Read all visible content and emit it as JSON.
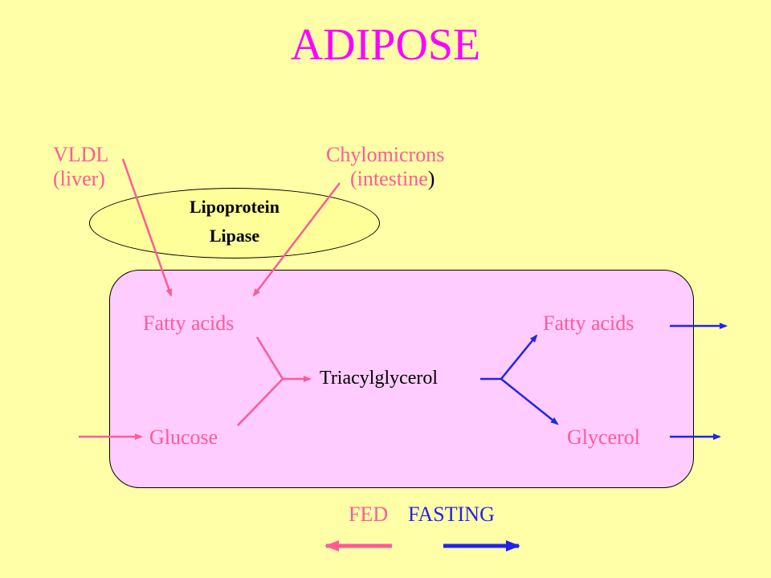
{
  "title": "ADIPOSE",
  "vldl": {
    "line1": "VLDL",
    "line2": "(liver)"
  },
  "chylomicrons": {
    "line1": "Chylomicrons",
    "line2_open": "(intestine",
    "line2_close": ")"
  },
  "enzyme": {
    "line1": "Lipoprotein",
    "line2": "Lipase"
  },
  "cell": {
    "fatty_acids_in": "Fatty acids",
    "glucose": "Glucose",
    "triacylglycerol": "Triacylglycerol",
    "fatty_acids_out": "Fatty acids",
    "glycerol": "Glycerol"
  },
  "legend": {
    "fed": "FED",
    "fasting": "FASTING"
  },
  "colors": {
    "title": "#FF00FF",
    "background": "#FFFFA8",
    "cell": "#FFCCFF",
    "enzyme": "#FFFF99",
    "fed": "#FF5A96",
    "fasting": "#2222EE"
  }
}
